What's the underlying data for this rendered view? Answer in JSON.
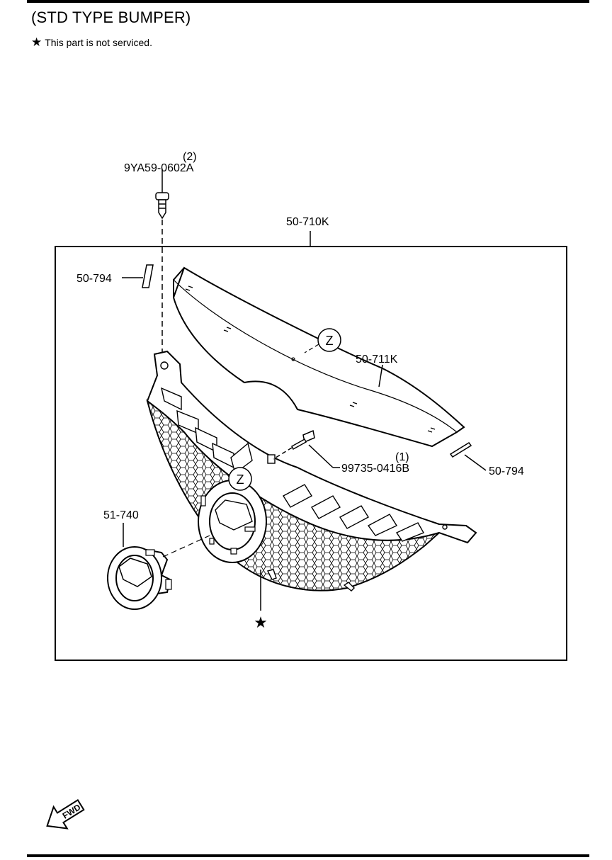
{
  "title": "(STD TYPE BUMPER)",
  "note": {
    "symbol": "★",
    "text": "This part is not serviced."
  },
  "labels": {
    "clip_qty": "(2)",
    "clip_part": "9YA59-0602A",
    "assembly": "50-710K",
    "tape_left": "50-794",
    "cover": "50-711K",
    "screw_qty": "(1)",
    "screw_part": "99735-0416B",
    "tape_right": "50-794",
    "emblem": "51-740",
    "grille_star": "★",
    "ref_z": "Z"
  },
  "fwd_label": "FWD"
}
